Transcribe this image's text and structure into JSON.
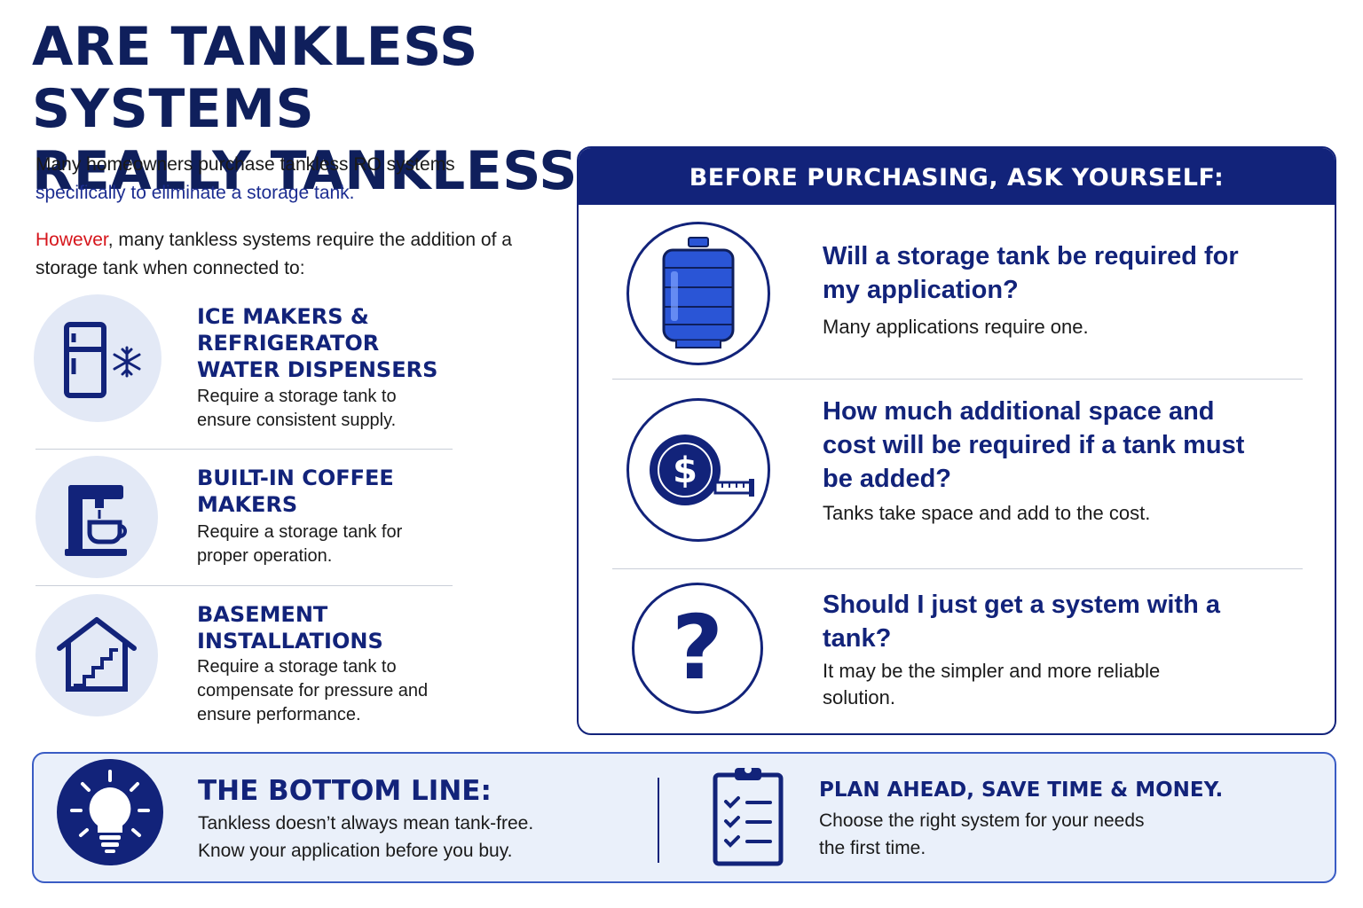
{
  "title": {
    "line1": "ARE TANKLESS SYSTEMS",
    "line2": "REALLY TANKLESS?"
  },
  "intro": {
    "p1_plain": "Many homeowners purchase tankless RO systems",
    "p1_highlight": "specifically to eliminate a storage tank.",
    "p2_highlight": "However",
    "p2_plain": ", many tankless systems require the addition of a storage tank when connected to:"
  },
  "applications": [
    {
      "icon": "refrigerator-icon",
      "title": "ICE MAKERS & REFRIGERATOR WATER DISPENSERS",
      "desc": "Require a storage tank to ensure consistent supply."
    },
    {
      "icon": "coffee-maker-icon",
      "title": "BUILT-IN COFFEE MAKERS",
      "desc": "Require a storage tank for proper operation."
    },
    {
      "icon": "basement-house-icon",
      "title": "BASEMENT INSTALLATIONS",
      "desc": "Require a storage tank to compensate for pressure and ensure performance."
    }
  ],
  "ask": {
    "header": "BEFORE PURCHASING, ASK YOURSELF:",
    "questions": [
      {
        "icon": "storage-tank-icon",
        "title": "Will a storage tank be required for my application?",
        "desc": "Many applications require one."
      },
      {
        "icon": "dollar-tape-measure-icon",
        "title": "How much additional space and cost will be required if a tank must be added?",
        "desc": "Tanks take space and add to the cost."
      },
      {
        "icon": "question-mark-icon",
        "title": "Should I just get a system with a tank?",
        "desc": "It may be the simpler and more reliable solution."
      }
    ]
  },
  "bottom": {
    "title": "THE BOTTOM LINE:",
    "line1": "Tankless doesn’t always mean tank-free.",
    "line2": "Know your application before you buy.",
    "plan_title": "PLAN AHEAD, SAVE TIME & MONEY.",
    "plan_line1": "Choose the right system for your needs",
    "plan_line2": "the first time."
  },
  "colors": {
    "navy": "#12237a",
    "accent_blue": "#1c2d91",
    "accent_red": "#d6151b",
    "light_bg": "#e3e9f6",
    "tank_blue": "#2a55d6"
  }
}
